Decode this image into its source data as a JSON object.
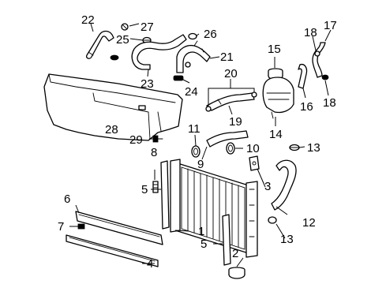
{
  "callouts": {
    "c1": "1",
    "c2": "2",
    "c3": "3",
    "c4": "4",
    "c5a": "5",
    "c5b": "5",
    "c6": "6",
    "c7": "7",
    "c8": "8",
    "c9": "9",
    "c10": "10",
    "c11": "11",
    "c12": "12",
    "c13a": "13",
    "c13b": "13",
    "c14": "14",
    "c15": "15",
    "c16": "16",
    "c17": "17",
    "c18a": "18",
    "c18b": "18",
    "c19": "19",
    "c20": "20",
    "c21": "21",
    "c22": "22",
    "c23": "23",
    "c24": "24",
    "c25": "25",
    "c26": "26",
    "c27": "27",
    "c28": "28",
    "c29": "29"
  }
}
